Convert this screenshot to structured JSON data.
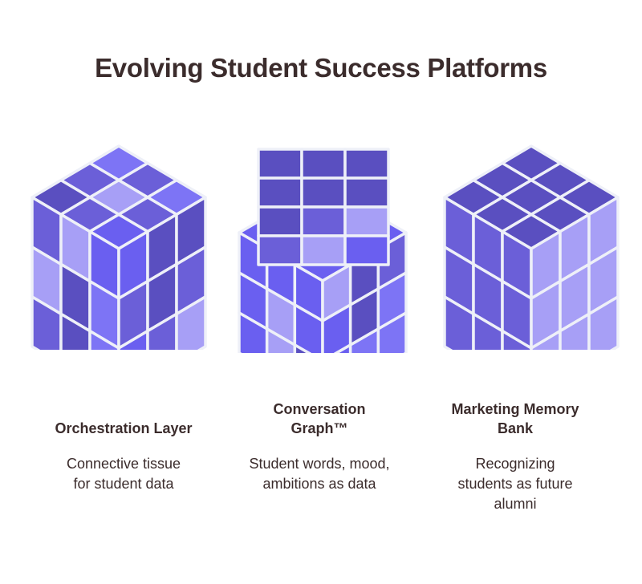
{
  "title": "Evolving Student Success Platforms",
  "colors": {
    "dark": "#5a4fc0",
    "mid": "#6b5fd8",
    "bright": "#6a5ff0",
    "light": "#a79ff6",
    "violet": "#7d74f5",
    "outline": "#eef0f8",
    "text": "#3b2c2c"
  },
  "items": [
    {
      "heading": "Orchestration Layer",
      "description": "Connective tissue for student data",
      "icon": "rubiks-cube-icon"
    },
    {
      "heading": "Conversation Graph™",
      "description": "Student words, mood, ambitions as data",
      "icon": "stacked-cube-icon"
    },
    {
      "heading": "Marketing Memory Bank",
      "description": "Recognizing students as future alumni",
      "icon": "rubiks-cube-icon"
    }
  ]
}
